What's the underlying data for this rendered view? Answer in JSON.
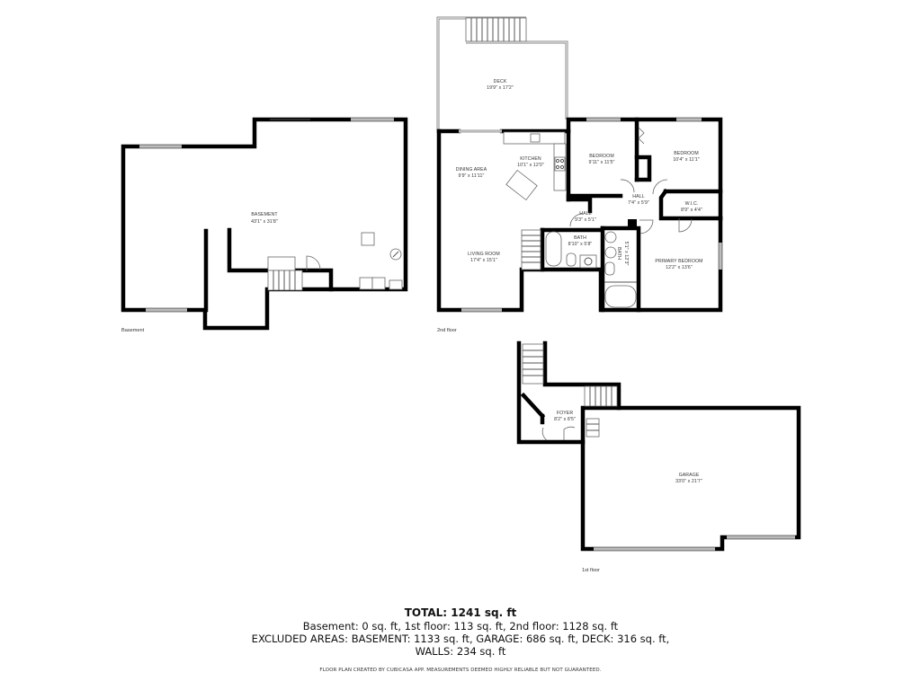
{
  "floors": {
    "basement": {
      "label": "Basement",
      "rooms": [
        {
          "name": "BASEMENT",
          "dims": "43'1\" x 31'8\""
        }
      ]
    },
    "second_floor": {
      "label": "2nd floor",
      "rooms": [
        {
          "name": "DECK",
          "dims": "19'9\" x 17'2\""
        },
        {
          "name": "DINING AREA",
          "dims": "9'9\" x 11'11\""
        },
        {
          "name": "KITCHEN",
          "dims": "10'1\" x 12'0\""
        },
        {
          "name": "BEDROOM",
          "dims": "9'11\" x 11'5\""
        },
        {
          "name": "BEDROOM",
          "dims": "10'4\" x 11'1\""
        },
        {
          "name": "HALL",
          "dims": "7'4\" x 5'9\""
        },
        {
          "name": "HALL",
          "dims": "9'3\" x 5'1\""
        },
        {
          "name": "W.I.C.",
          "dims": "8'9\" x 4'4\""
        },
        {
          "name": "BATH",
          "dims": "8'10\" x 5'8\""
        },
        {
          "name": "BATH",
          "dims": "5'1\" x 12'3\""
        },
        {
          "name": "LIVING ROOM",
          "dims": "17'4\" x 15'1\""
        },
        {
          "name": "PRIMARY BEDROOM",
          "dims": "12'2\" x 13'6\""
        }
      ]
    },
    "first_floor": {
      "label": "1st floor",
      "rooms": [
        {
          "name": "FOYER",
          "dims": "8'2\" x 8'5\""
        },
        {
          "name": "GARAGE",
          "dims": "33'0\" x 21'7\""
        }
      ]
    }
  },
  "summary": {
    "total": "TOTAL: 1241 sq. ft",
    "line1": "Basement: 0 sq. ft, 1st floor: 113 sq. ft, 2nd floor: 1128 sq. ft",
    "line2": "EXCLUDED AREAS: BASEMENT: 1133 sq. ft, GARAGE: 686 sq. ft, DECK: 316 sq. ft,",
    "line3": "WALLS: 234 sq. ft"
  },
  "disclaimer": "FLOOR PLAN CREATED BY CUBICASA APP. MEASUREMENTS DEEMED HIGHLY RELIABLE BUT NOT GUARANTEED."
}
